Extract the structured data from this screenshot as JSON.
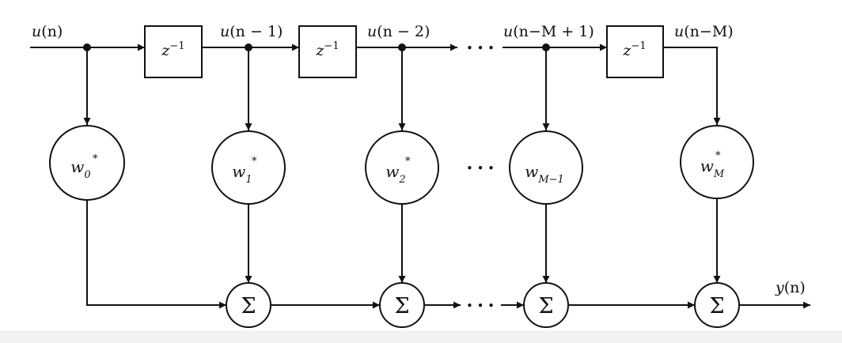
{
  "diagram": {
    "input_label": {
      "base": "u",
      "arg": "(n)"
    },
    "tap_labels": [
      {
        "base": "u",
        "arg": "(n − 1)"
      },
      {
        "base": "u",
        "arg": "(n − 2)"
      },
      {
        "base": "u",
        "arg": "(n−M + 1)"
      },
      {
        "base": "u",
        "arg": "(n−M)"
      }
    ],
    "delay_label": {
      "base": "z",
      "exp": "−1"
    },
    "weights": [
      {
        "base": "w",
        "sub": "0",
        "sup": "*"
      },
      {
        "base": "w",
        "sub": "1",
        "sup": "*"
      },
      {
        "base": "w",
        "sub": "2",
        "sup": "*"
      },
      {
        "base": "w",
        "sub": "M−1",
        "sup": ""
      },
      {
        "base": "w",
        "sub": "M",
        "sup": "*"
      }
    ],
    "sum_symbol": "Σ",
    "ellipsis": "• • •",
    "output_label": {
      "base": "y",
      "arg": "(n)"
    },
    "colors": {
      "line": "#111111",
      "background": "#ffffff"
    }
  }
}
